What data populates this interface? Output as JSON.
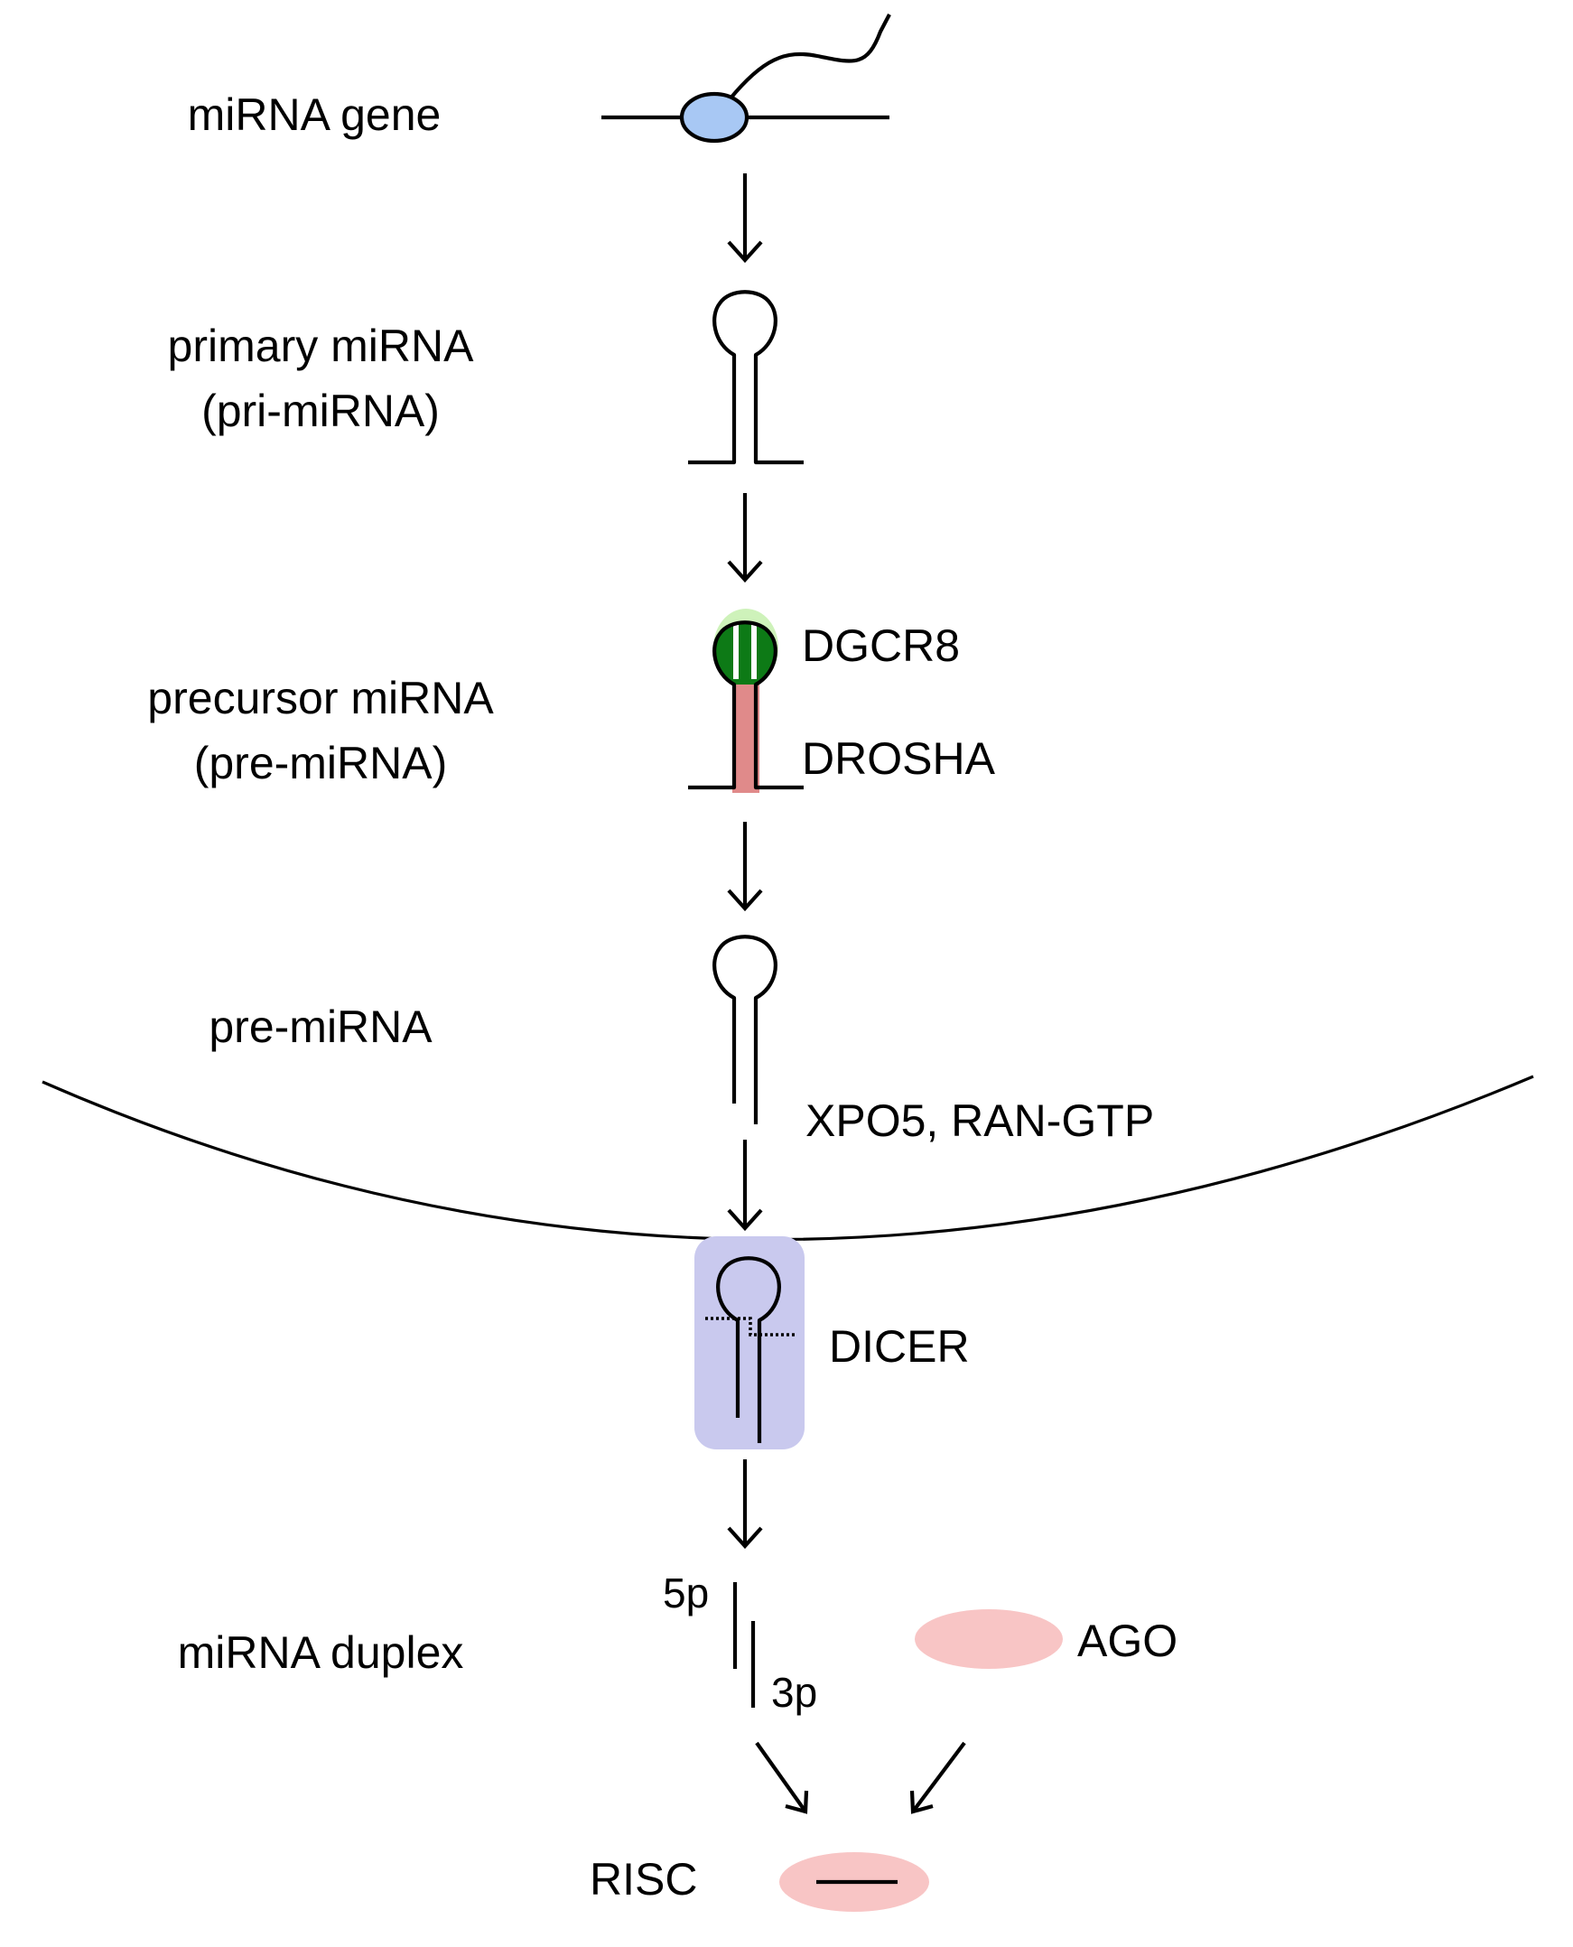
{
  "stages": {
    "gene": "miRNA gene",
    "pri_line1": "primary miRNA",
    "pri_line2": "(pri-miRNA)",
    "pre_line1": "precursor miRNA",
    "pre_line2": "(pre-miRNA)",
    "pre_export": "pre-miRNA",
    "duplex": "miRNA duplex",
    "risc": "RISC"
  },
  "proteins": {
    "dgcr8": "DGCR8",
    "drosha": "DROSHA",
    "export": "XPO5, RAN-GTP",
    "dicer": "DICER",
    "ago": "AGO"
  },
  "strands": {
    "five_p": "5p",
    "three_p": "3p"
  },
  "colors": {
    "polymerase": "#a8c8f4",
    "dgcr8": "#0d7a16",
    "dgcr8_halo": "#c6f0ae",
    "drosha": "#e08a8a",
    "dicer": "#c9c9ee",
    "ago": "#f8c5c5",
    "line": "#000000"
  }
}
